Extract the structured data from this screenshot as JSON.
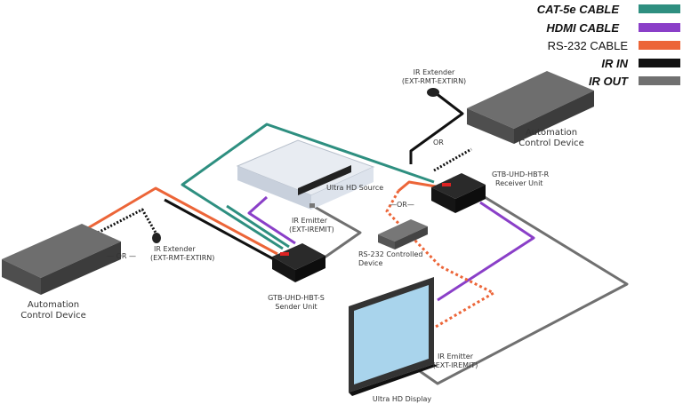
{
  "legend": [
    {
      "label": "CAT-5e CABLE",
      "color": "#2e8f80",
      "italic": true
    },
    {
      "label": "HDMI CABLE",
      "color": "#8a3fc8",
      "italic": true
    },
    {
      "label": "RS-232 CABLE",
      "color": "#ec6538",
      "italic": false
    },
    {
      "label": "IR IN",
      "color": "#111111",
      "italic": true
    },
    {
      "label": "IR OUT",
      "color": "#707070",
      "italic": true
    }
  ],
  "labels": {
    "ir_extender_right_1": "IR Extender",
    "ir_extender_right_2": "(EXT-RMT-EXTIRN)",
    "automation_right_1": "Automation",
    "automation_right_2": "Control Device",
    "or_right": "OR",
    "receiver_1": "GTB-UHD-HBT-R",
    "receiver_2": "Receiver Unit",
    "source": "Ultra HD Source",
    "or_middle": "—OR—",
    "ir_emitter_left_1": "IR Emitter",
    "ir_emitter_left_2": "(EXT-IREMIT)",
    "ir_extender_left_1": "IR Extender",
    "ir_extender_left_2": "(EXT-RMT-EXTIRN)",
    "or_left": "— OR —",
    "rs232_1": "RS-232 Controlled",
    "rs232_2": "Device",
    "automation_left_1": "Automation",
    "automation_left_2": "Control Device",
    "sender_1": "GTB-UHD-HBT-S",
    "sender_2": "Sender Unit",
    "ir_emitter_right_1": "IR Emitter",
    "ir_emitter_right_2": "(EXT-IREMIT)",
    "display": "Ultra HD Display"
  }
}
